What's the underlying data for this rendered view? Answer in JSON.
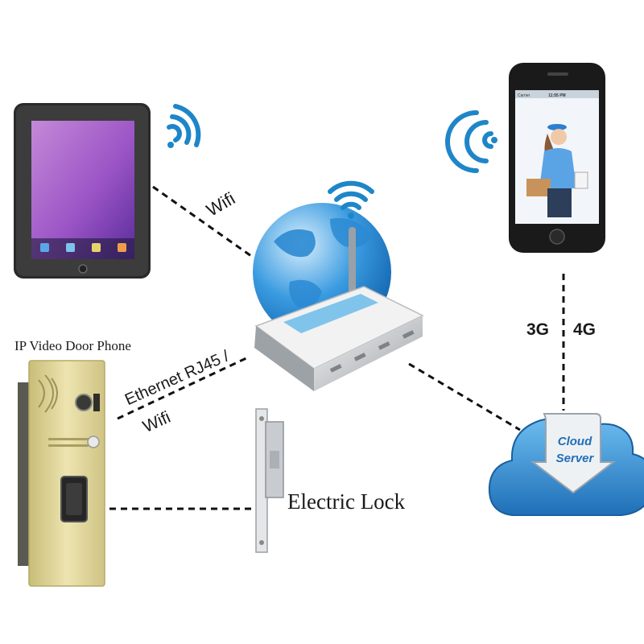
{
  "labels": {
    "doorphone": "IP Video Door Phone",
    "lock": "Electric Lock",
    "wifi_top": "Wifi",
    "ethernet": "Ethernet RJ45 /",
    "wifi_left": "Wifi",
    "g3": "3G",
    "g4": "4G"
  },
  "phone_status": {
    "carrier": "Carrier",
    "time": "11:55 PM"
  },
  "cloud": {
    "line1": "Cloud",
    "line2": "Server"
  },
  "colors": {
    "wifi_blue": "#1e86c8",
    "cloud_blue": "#2c8fd6",
    "panel_gold": "#ddd29a",
    "dash": "#111111"
  }
}
